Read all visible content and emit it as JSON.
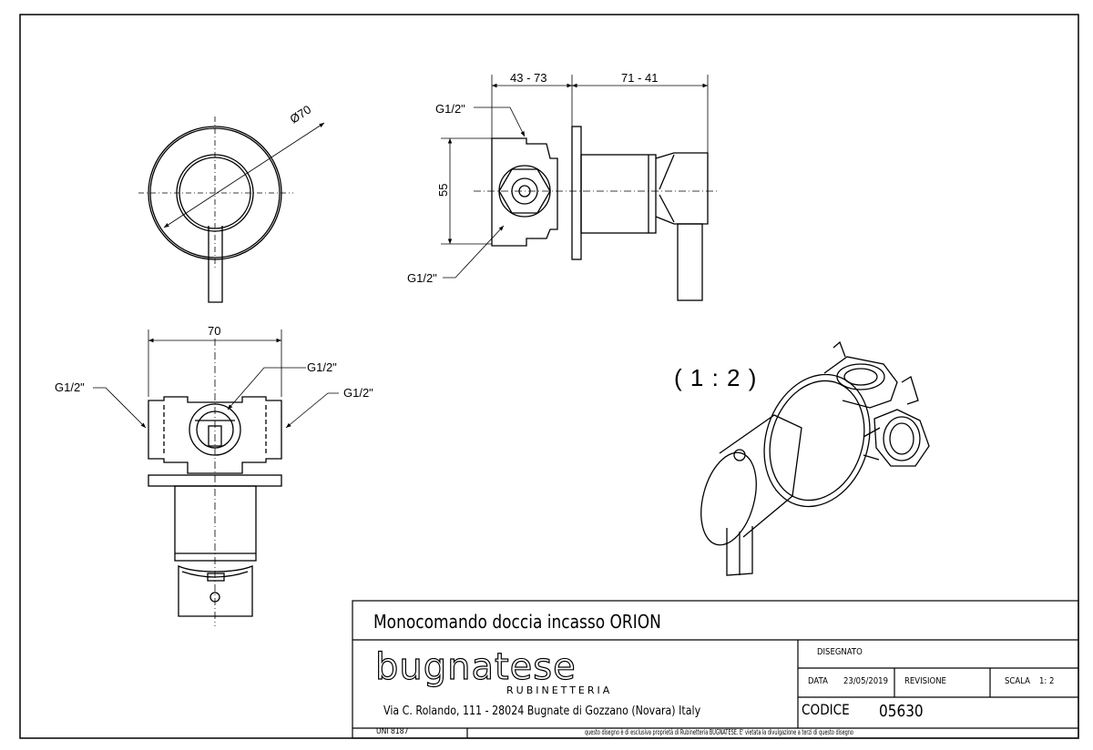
{
  "drawing": {
    "dimensions": {
      "diameter": "Ø70",
      "depth_range_a": "43 - 73",
      "depth_range_b": "71 - 41",
      "height": "55",
      "width": "70"
    },
    "thread_labels": {
      "side_top": "G1/2\"",
      "side_bottom": "G1/2\"",
      "bottom_left": "G1/2\"",
      "bottom_center": "G1/2\"",
      "bottom_right": "G1/2\""
    },
    "iso_scale": "( 1 : 2 )"
  },
  "title_block": {
    "title": "Monocomando doccia incasso ORION",
    "brand_logo": "bugnatese",
    "brand_sub": "RUBINETTERIA",
    "address": "Via C. Rolando, 111 - 28024 Bugnate di Gozzano (Novara) Italy",
    "drawn_label": "DISEGNATO",
    "date_label": "DATA",
    "date_value": "23/05/2019",
    "revision_label": "REVISIONE",
    "scale_label": "SCALA",
    "scale_value": "1: 2",
    "code_label": "CODICE",
    "code_value": "05630",
    "standard": "UNI 8187",
    "disclaimer": "questo disegno è di esclusiva proprietà di Rubinetteria BUGNATESE. E' vietata la divulgazione a terzi di questo disegno"
  }
}
